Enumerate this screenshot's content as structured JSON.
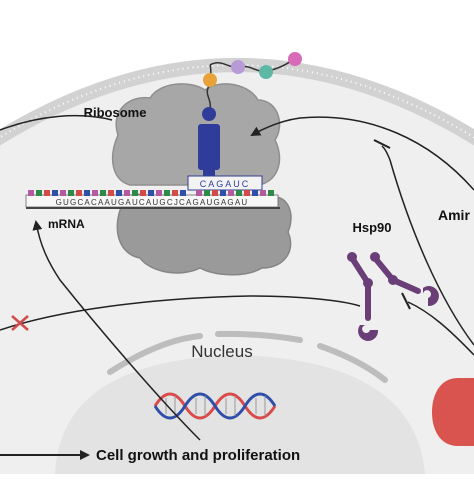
{
  "labels": {
    "ribosome": "Ribosome",
    "mrna": "mRNA",
    "hsp90": "Hsp90",
    "amino_partial": "Amir",
    "nucleus": "Nucleus",
    "cell_growth": "Cell growth and proliferation"
  },
  "sequences": {
    "mrna": "GUGCACAAUGAUCAUGCJCAGAUGAGAU",
    "anticodon": "CAGAUC"
  },
  "colors": {
    "cell_fill": "#efefef",
    "membrane": "#cfcfcf",
    "nucleus_fill": "#e4e4e4",
    "ribosome": "#9a9a9a",
    "trna": "#2f3c9a",
    "hsp90": "#6a3f78",
    "inhibitor_cross": "#d24a4a",
    "mtor_red": "#d9534f",
    "chain_beads": [
      "#2f3c9a",
      "#e8a23a",
      "#b89ad6",
      "#5fb7a6",
      "#5fb7a6",
      "#d86ab7"
    ]
  }
}
